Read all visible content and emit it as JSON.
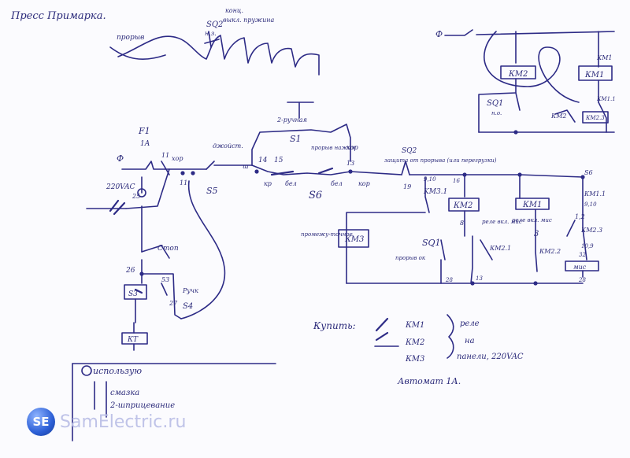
{
  "title": "Пресс Примарка.",
  "labels": {
    "sq2_top": "SQ2",
    "sq2_top_no": "н.з.",
    "sq2_top_note1": "конц.",
    "sq2_top_note2": "выкл. пружина",
    "proryv": "прорыв",
    "f1": "F1",
    "f1_rating": "1A",
    "phi": "Ф",
    "supply": "220VAC",
    "n11": "11",
    "hor": "хор",
    "n25": "25",
    "n11b": "11",
    "s5": "S5",
    "djoyst": "джойст.",
    "two_hand": "2-ручная",
    "s1": "S1",
    "sh": "ш",
    "n14": "14",
    "n15": "15",
    "kr": "кр",
    "bel": "бел",
    "proryv_nazhim": "прорыв нажим",
    "kor": "кор",
    "n13": "13",
    "bel2": "бел",
    "kor2": "кор",
    "s6": "S6",
    "sq2_mid": "SQ2",
    "sq2_mid_note": "защита от прорыва (или перегрузки)",
    "n19": "19",
    "km3_1": "KM3.1",
    "n910": "9,10",
    "n16": "16",
    "s6_right": "S6",
    "km11": "КМ1.1",
    "n910b": "9,10",
    "km2_coil": "КМ2",
    "rele_vykl_mis": "реле вкл. мис",
    "n8": "8",
    "km1_coil": "КМ1",
    "rele_vkl_mis": "реле вкл. мис",
    "n3": "3",
    "n12": "1,2",
    "km23": "КМ2.3",
    "n109": "10,9",
    "n32": "32",
    "mis": "мис",
    "n28": "28",
    "promezh": "промежу-точное",
    "km3_coil": "КМ3",
    "sq1_mid": "SQ1",
    "proryv_ok": "прорыв ок",
    "km21": "КМ2.1",
    "km22": "КМ2.2",
    "n28b": "28",
    "n13b": "13",
    "stop": "Стоп",
    "n26": "26",
    "n53": "53",
    "ruchk": "Ручк",
    "n27": "27",
    "s4": "S4",
    "s3": "S3",
    "kt": "КТ",
    "ispolzuyu": "использую",
    "smazka1": "смазка",
    "smazka2": "2-шприцевание",
    "phi_top": "Ф",
    "km2_top": "КМ2",
    "km1_top": "КМ1",
    "km1_top_label": "КМ1",
    "sq1_top": "SQ1",
    "sq1_no": "н.о.",
    "km2_top_contact": "КМ2",
    "km11_top": "КМ1.1",
    "km23_top": "КМ2.3"
  },
  "legend": {
    "heading": "Купить:",
    "items": [
      "КМ1",
      "КМ2",
      "КМ3"
    ],
    "note1": "реле",
    "note2": "на",
    "note3": "панели, 220VAC",
    "breaker": "Автомат 1А."
  },
  "watermark": {
    "logo": "SE",
    "text": "SamElectric.ru"
  }
}
